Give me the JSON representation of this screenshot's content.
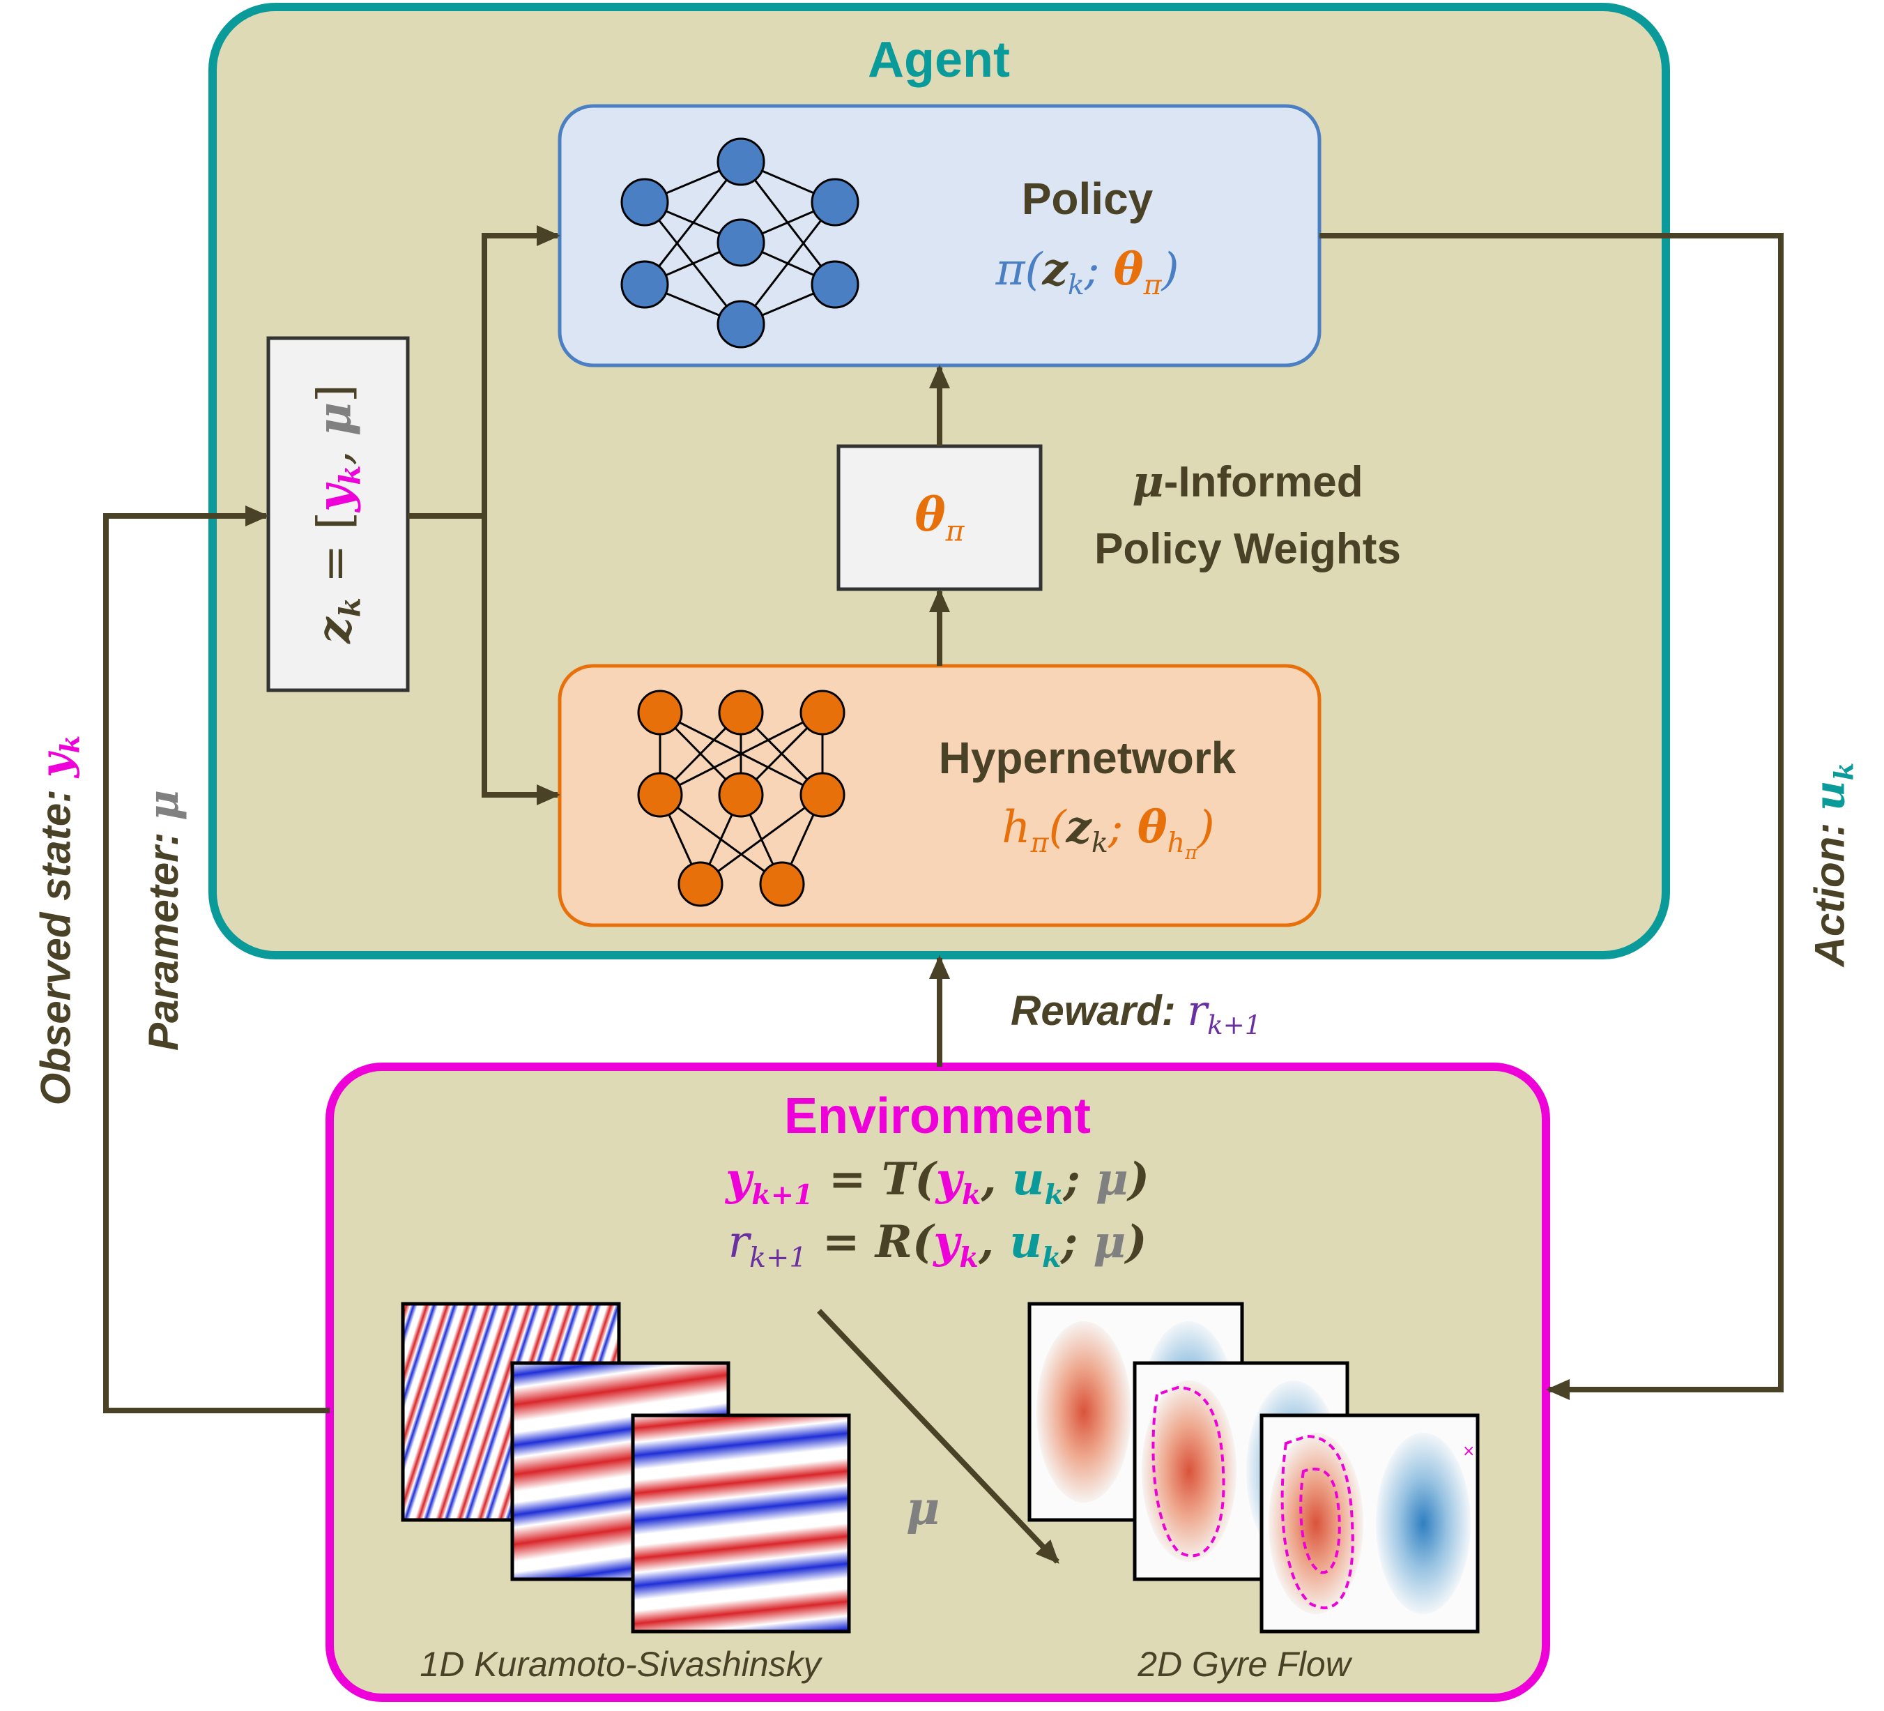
{
  "agent": {
    "title": "Agent"
  },
  "policy": {
    "title": "Policy",
    "fn": "π",
    "z": "z",
    "z_sub": "k",
    "theta": "θ",
    "theta_sub": "π"
  },
  "hypernetwork": {
    "title": "Hypernetwork",
    "fn": "h",
    "fn_sub": "π",
    "z": "z",
    "z_sub": "k",
    "theta": "θ",
    "theta_sub": "h",
    "theta_subsub": "π"
  },
  "weights_box": {
    "theta": "θ",
    "theta_sub": "π"
  },
  "weights_caption": {
    "line1_mu": "μ",
    "line1_rest": "-Informed",
    "line2": "Policy Weights"
  },
  "state_box": {
    "z": "z",
    "z_sub": "k",
    "eq": " = [",
    "y": "y",
    "y_sub": "k",
    "comma": ", ",
    "mu": "μ",
    "close": "]"
  },
  "left_labels": {
    "observed_prefix": "Observed state: ",
    "observed_sym": "y",
    "observed_sub": "k",
    "parameter_prefix": "Parameter: ",
    "parameter_sym": "μ"
  },
  "right_label": {
    "prefix": "Action: ",
    "sym": "u",
    "sub": "k"
  },
  "reward_label": {
    "prefix": "Reward: ",
    "sym": "r",
    "sub": "k+1"
  },
  "environment": {
    "title": "Environment",
    "eq1": {
      "lhs": "y",
      "lhs_sub": "k+1",
      "mid": " = T(",
      "y": "y",
      "y_sub": "k",
      "c1": ", ",
      "u": "u",
      "u_sub": "k",
      "c2": "; ",
      "mu": "μ",
      "end": ")"
    },
    "eq2": {
      "lhs": "r",
      "lhs_sub": "k+1",
      "mid": " = R(",
      "y": "y",
      "y_sub": "k",
      "c1": ", ",
      "u": "u",
      "u_sub": "k",
      "c2": "; ",
      "mu": "μ",
      "end": ")"
    },
    "mu_arrow_label": "μ",
    "ks_caption": "1D Kuramoto-Sivashinsky",
    "gyre_caption": "2D Gyre Flow"
  },
  "colors": {
    "agent_border": "#0b9a9a",
    "env_border": "#ee00d8",
    "panel_fill": "#dedab6",
    "arrow": "#4a4226",
    "policy_fill": "#dbe5f3",
    "policy_border": "#4b7fc4",
    "hyper_fill": "#f9d5b8",
    "hyper_border": "#e8700a",
    "node_blue": "#4b7fc4",
    "node_orange": "#e8700a"
  }
}
